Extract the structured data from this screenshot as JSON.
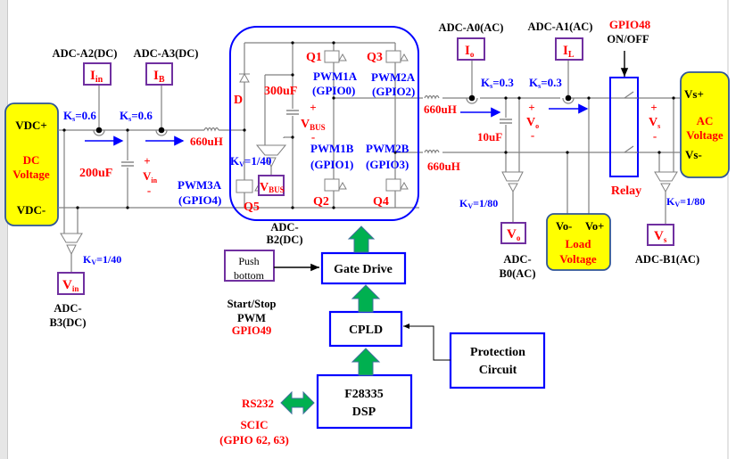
{
  "colors": {
    "label_black": "#000000",
    "label_red": "#ff0000",
    "label_blue": "#0000ff",
    "sensor_box": "#7030a0",
    "block_border": "#0000ff",
    "source_fill": "#ffff00",
    "arrow_green": "#00b050",
    "wire": "#808080"
  },
  "dc_source": {
    "top": "VDC+",
    "title1": "DC",
    "title2": "Voltage",
    "bottom": "VDC-"
  },
  "ac_source": {
    "top": "Vs+",
    "title1": "AC",
    "title2": "Voltage",
    "bottom": "Vs-"
  },
  "load": {
    "left": "Vo-",
    "right": "Vo+",
    "title1": "Load",
    "title2": "Voltage"
  },
  "sensors": {
    "iin": {
      "adc": "ADC-A2(DC)",
      "symbol": "I",
      "sub": "in",
      "gain": "=0.6",
      "gain_k": "K",
      "gain_sub": "s"
    },
    "ib": {
      "adc": "ADC-A3(DC)",
      "symbol": "I",
      "sub": "B",
      "gain": "=0.6",
      "gain_k": "K",
      "gain_sub": "s"
    },
    "io": {
      "adc": "ADC-A0(AC)",
      "symbol": "I",
      "sub": "o",
      "gain": "=0.3",
      "gain_k": "K",
      "gain_sub": "s"
    },
    "il": {
      "adc": "ADC-A1(AC)",
      "symbol": "I",
      "sub": "L",
      "gain": "=0.3",
      "gain_k": "K",
      "gain_sub": "s"
    },
    "vin": {
      "adc1": "ADC-",
      "adc2": "B3(DC)",
      "symbol": "V",
      "sub": "in",
      "gain": "=1/40",
      "gain_k": "K",
      "gain_sub": "V"
    },
    "vbus": {
      "adc1": "ADC-",
      "adc2": "B2(DC)",
      "symbol": "V",
      "sub": "BUS",
      "gain": "=1/40",
      "gain_k": "K",
      "gain_sub": "V"
    },
    "vo": {
      "adc1": "ADC-",
      "adc2": "B0(AC)",
      "symbol": "V",
      "sub": "o",
      "gain": "=1/80",
      "gain_k": "K",
      "gain_sub": "V"
    },
    "vs": {
      "adc": "ADC-B1(AC)",
      "symbol": "V",
      "sub": "s",
      "gain": "=1/80",
      "gain_k": "K",
      "gain_sub": "V"
    }
  },
  "components": {
    "c_in": "200uF",
    "l_boost": "660uH",
    "diode": "D",
    "c_bus": "300uF",
    "l_out_top": "660uH",
    "l_out_bot": "660uH",
    "c_out": "10uF",
    "relay": "Relay"
  },
  "voltage_marks": {
    "vin": {
      "plus": "+",
      "v": "V",
      "sub": "in",
      "minus": "-"
    },
    "vbus": {
      "plus": "+",
      "v": "V",
      "sub": "BUS",
      "minus": "-"
    },
    "vo": {
      "plus": "+",
      "v": "V",
      "sub": "o",
      "minus": "-"
    },
    "vs": {
      "plus": "+",
      "v": "V",
      "sub": "s",
      "minus": "-"
    }
  },
  "switches": {
    "q1": {
      "name": "Q1",
      "pwm": "PWM1A",
      "gpio": "(GPIO0)"
    },
    "q2": {
      "name": "Q2",
      "pwm": "PWM1B",
      "gpio": "(GPIO1)"
    },
    "q3": {
      "name": "Q3",
      "pwm": "PWM2A",
      "gpio": "(GPIO2)"
    },
    "q4": {
      "name": "Q4",
      "pwm": "PWM2B",
      "gpio": "(GPIO3)"
    },
    "q5": {
      "name": "Q5",
      "pwm": "PWM3A",
      "gpio": "(GPIO4)"
    }
  },
  "relay_control": {
    "gpio": "GPIO48",
    "label": "ON/OFF"
  },
  "control": {
    "push_button": {
      "line1": "Push",
      "line2": "bottom"
    },
    "start_stop": {
      "line1": "Start/Stop",
      "line2": "PWM",
      "gpio": "GPIO49"
    },
    "gate_drive": "Gate Drive",
    "cpld": "CPLD",
    "protection": {
      "line1": "Protection",
      "line2": "Circuit"
    },
    "dsp": {
      "line1": "F28335",
      "line2": "DSP"
    },
    "serial": {
      "line1": "RS232",
      "line2": "SCIC",
      "line3": "(GPIO 62, 63)"
    }
  }
}
